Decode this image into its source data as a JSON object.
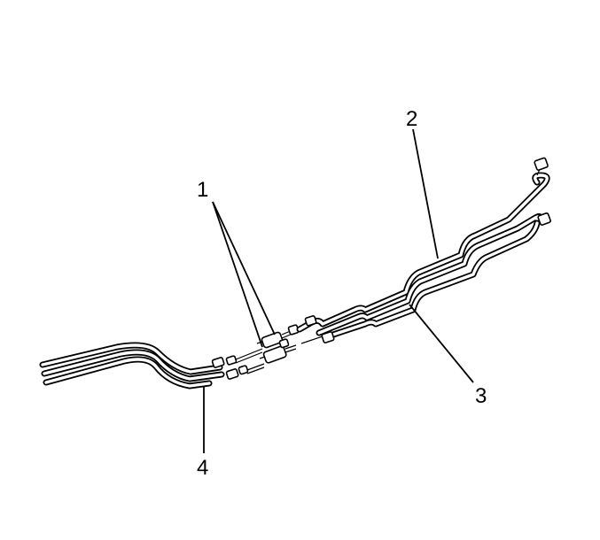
{
  "callouts": [
    {
      "id": "1",
      "text": "1"
    },
    {
      "id": "2",
      "text": "2"
    },
    {
      "id": "3",
      "text": "3"
    },
    {
      "id": "4",
      "text": "4"
    }
  ],
  "colors": {
    "line": "#000000",
    "background": "#ffffff"
  }
}
